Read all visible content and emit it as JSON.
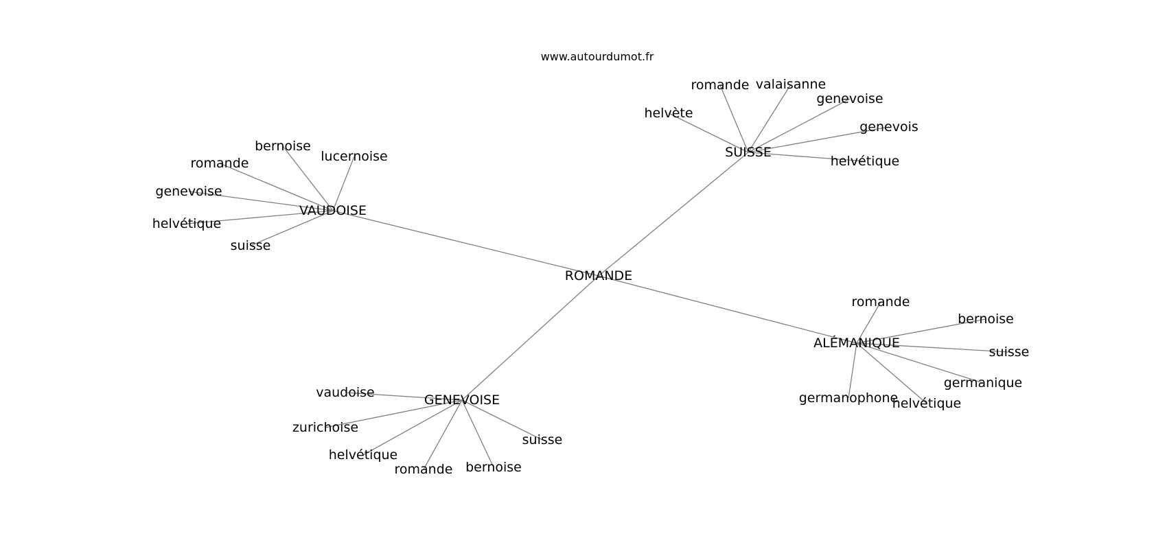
{
  "watermark": "www.autourdumot.fr",
  "colors": {
    "edge": "#808080",
    "text": "#000000",
    "background": "#ffffff"
  },
  "graph": {
    "center": {
      "id": "romande",
      "label": "ROMANDE"
    },
    "hubs": [
      {
        "id": "vaudoise",
        "label": "VAUDOISE",
        "leaves": [
          {
            "id": "bernoise",
            "label": "bernoise"
          },
          {
            "id": "lucernoise",
            "label": "lucernoise"
          },
          {
            "id": "romande",
            "label": "romande"
          },
          {
            "id": "genevoise",
            "label": "genevoise"
          },
          {
            "id": "helvetique",
            "label": "helvétique"
          },
          {
            "id": "suisse",
            "label": "suisse"
          }
        ]
      },
      {
        "id": "suisse",
        "label": "SUISSE",
        "leaves": [
          {
            "id": "romande",
            "label": "romande"
          },
          {
            "id": "valaisanne",
            "label": "valaisanne"
          },
          {
            "id": "genevoise",
            "label": "genevoise"
          },
          {
            "id": "helvete",
            "label": "helvète"
          },
          {
            "id": "genevois",
            "label": "genevois"
          },
          {
            "id": "helvetique",
            "label": "helvétique"
          }
        ]
      },
      {
        "id": "alemanique",
        "label": "ALÉMANIQUE",
        "leaves": [
          {
            "id": "romande",
            "label": "romande"
          },
          {
            "id": "bernoise",
            "label": "bernoise"
          },
          {
            "id": "suisse",
            "label": "suisse"
          },
          {
            "id": "germanique",
            "label": "germanique"
          },
          {
            "id": "germanophone",
            "label": "germanophone"
          },
          {
            "id": "helvetique",
            "label": "helvétique"
          }
        ]
      },
      {
        "id": "genevoise",
        "label": "GENEVOISE",
        "leaves": [
          {
            "id": "vaudoise",
            "label": "vaudoise"
          },
          {
            "id": "zurichoise",
            "label": "zurichoise"
          },
          {
            "id": "helvetique",
            "label": "helvétique"
          },
          {
            "id": "romande",
            "label": "romande"
          },
          {
            "id": "bernoise",
            "label": "bernoise"
          },
          {
            "id": "suisse",
            "label": "suisse"
          }
        ]
      }
    ]
  }
}
